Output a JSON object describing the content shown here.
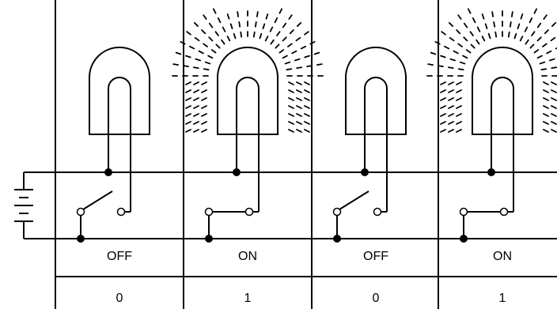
{
  "switches": [
    {
      "state_label": "OFF",
      "bit": "0",
      "closed": false
    },
    {
      "state_label": "ON",
      "bit": "1",
      "closed": true
    },
    {
      "state_label": "OFF",
      "bit": "0",
      "closed": false
    },
    {
      "state_label": "ON",
      "bit": "1",
      "closed": true
    }
  ],
  "colors": {
    "ink": "#000000",
    "paper": "#ffffff"
  },
  "icons": {
    "battery": "battery-icon",
    "bulb": "light-bulb-icon",
    "switch": "switch-icon"
  }
}
